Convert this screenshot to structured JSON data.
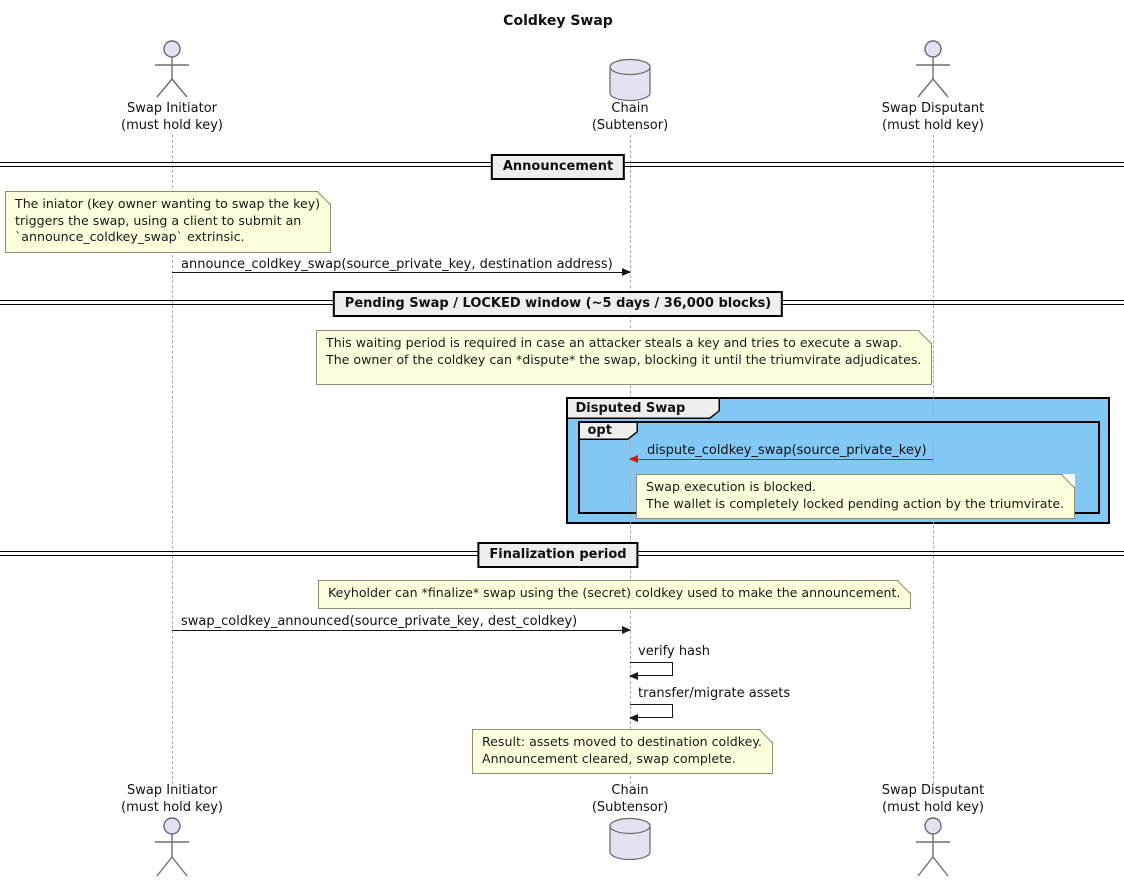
{
  "title": "Coldkey Swap",
  "participants": {
    "initiator": {
      "name": "Swap Initiator",
      "sub": "(must hold key)"
    },
    "chain": {
      "name": "Chain",
      "sub": "(Subtensor)"
    },
    "disputant": {
      "name": "Swap Disputant",
      "sub": "(must hold key)"
    }
  },
  "dividers": {
    "announcement": "Announcement",
    "pending": "Pending Swap / LOCKED window (~5 days / 36,000 blocks)",
    "finalization": "Finalization period"
  },
  "groups": {
    "disputed_swap": "Disputed Swap",
    "opt": "opt"
  },
  "messages": {
    "announce": "announce_coldkey_swap(source_private_key, destination address)",
    "dispute": "dispute_coldkey_swap(source_private_key)",
    "finalize": "swap_coldkey_announced(source_private_key, dest_coldkey)",
    "verify": "verify hash",
    "transfer": "transfer/migrate assets"
  },
  "notes": {
    "initiator_note": {
      "line1": "The iniator (key owner wanting to swap the key)",
      "line2": "triggers the swap, using a client to submit an",
      "line3": "`announce_coldkey_swap` extrinsic."
    },
    "waiting_note": {
      "line1": "This waiting period is required in case an attacker steals a key and tries to execute a swap.",
      "line2": "The owner of the coldkey can *dispute* the swap, blocking it until the triumvirate adjudicates."
    },
    "blocked_note": {
      "line1": "Swap execution is blocked.",
      "line2": "The wallet is completely locked pending action by the triumvirate."
    },
    "finalize_note": {
      "line1": "Keyholder can *finalize* swap using the (secret) coldkey used to make the announcement."
    },
    "result_note": {
      "line1": "Result: assets moved to destination coldkey.",
      "line2": "Announcement cleared, swap complete."
    }
  },
  "colors": {
    "group_background": "#82C8F5",
    "note_background": "#FEFFDD",
    "divider_label_background": "#EEEEEE",
    "dispute_arrow": "#E01010",
    "participant_fill": "#E2E2F0"
  }
}
